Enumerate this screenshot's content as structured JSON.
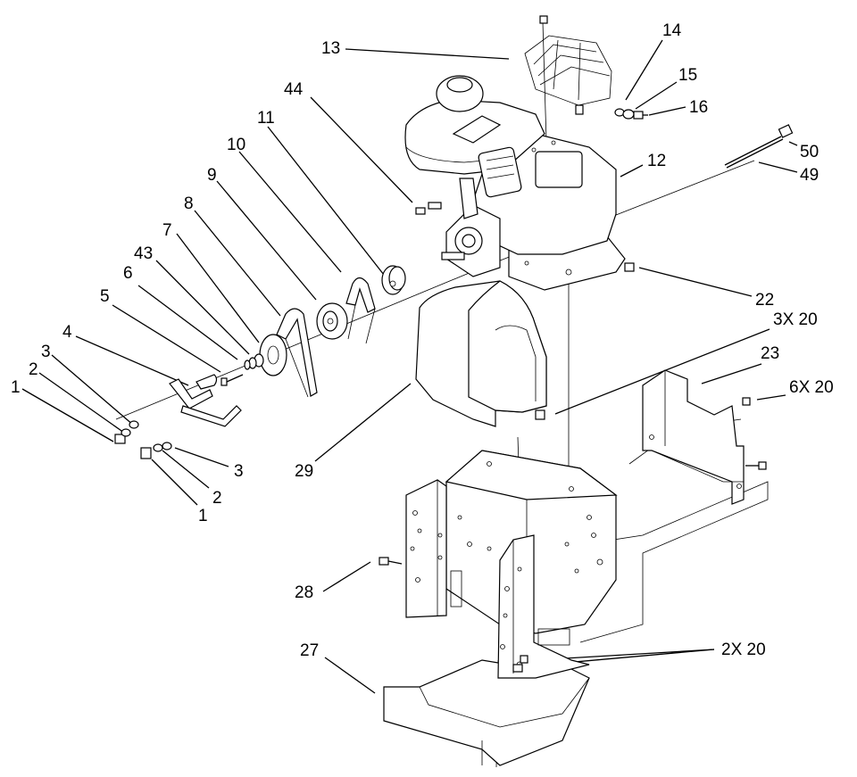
{
  "callouts": [
    {
      "id": "c1a",
      "text": "1"
    },
    {
      "id": "c2a",
      "text": "2"
    },
    {
      "id": "c3a",
      "text": "3"
    },
    {
      "id": "c4",
      "text": "4"
    },
    {
      "id": "c5",
      "text": "5"
    },
    {
      "id": "c6",
      "text": "6"
    },
    {
      "id": "c43",
      "text": "43"
    },
    {
      "id": "c7",
      "text": "7"
    },
    {
      "id": "c8",
      "text": "8"
    },
    {
      "id": "c9",
      "text": "9"
    },
    {
      "id": "c10",
      "text": "10"
    },
    {
      "id": "c11",
      "text": "11"
    },
    {
      "id": "c44",
      "text": "44"
    },
    {
      "id": "c13",
      "text": "13"
    },
    {
      "id": "c14",
      "text": "14"
    },
    {
      "id": "c15",
      "text": "15"
    },
    {
      "id": "c16",
      "text": "16"
    },
    {
      "id": "c50",
      "text": "50"
    },
    {
      "id": "c12",
      "text": "12"
    },
    {
      "id": "c49",
      "text": "49"
    },
    {
      "id": "c22",
      "text": "22"
    },
    {
      "id": "c3x20",
      "text": "3X 20"
    },
    {
      "id": "c23",
      "text": "23"
    },
    {
      "id": "c6x20",
      "text": "6X 20"
    },
    {
      "id": "c3b",
      "text": "3"
    },
    {
      "id": "c2b",
      "text": "2"
    },
    {
      "id": "c1b",
      "text": "1"
    },
    {
      "id": "c29",
      "text": "29"
    },
    {
      "id": "c28",
      "text": "28"
    },
    {
      "id": "c27",
      "text": "27"
    },
    {
      "id": "c2x20",
      "text": "2X 20"
    }
  ]
}
